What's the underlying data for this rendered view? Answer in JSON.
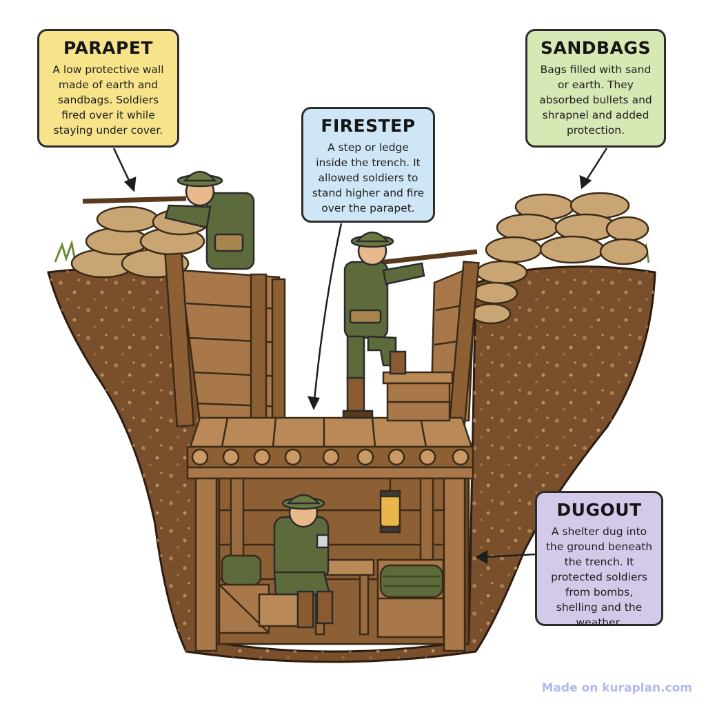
{
  "callouts": {
    "parapet": {
      "title": "PARAPET",
      "text": "A low protective wall made of earth and sandbags. Soldiers fired over it while staying under cover."
    },
    "sandbags": {
      "title": "SANDBAGS",
      "text": "Bags filled with sand or earth. They absorbed bullets and shrapnel and added protection."
    },
    "firestep": {
      "title": "FIRESTEP",
      "text": "A step or ledge inside the trench. It allowed soldiers to stand higher and fire over the parapet."
    },
    "dugout": {
      "title": "DUGOUT",
      "text": "A shelter dug into the ground beneath the trench. It protected soldiers from bombs, shelling and the weather."
    }
  },
  "watermark": "Made on kuraplan.com",
  "colors": {
    "parapet_box": "#f7e48a",
    "sandbags_box": "#d6e8b4",
    "firestep_box": "#cfe6f6",
    "dugout_box": "#d5c9ea",
    "soil": "#7a4f2c",
    "wood": "#a9784a",
    "sandbag": "#c9a574",
    "uniform": "#5d6b3c"
  }
}
